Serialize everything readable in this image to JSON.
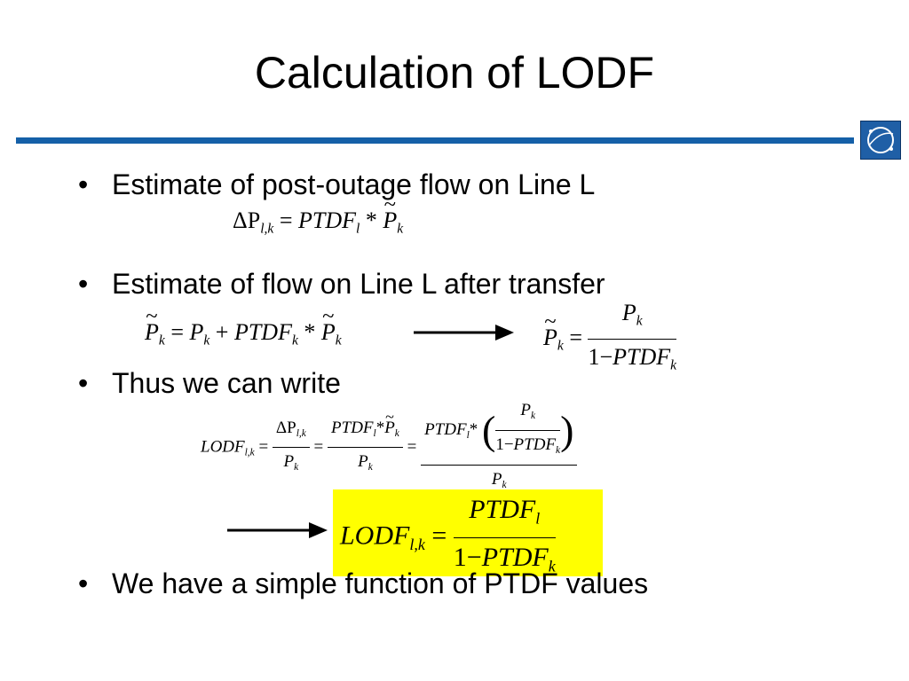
{
  "slide": {
    "title": "Calculation of LODF"
  },
  "bullets": [
    {
      "text": "Estimate of post-outage flow on Line L"
    },
    {
      "text": "Estimate of flow on Line L after transfer"
    },
    {
      "text": "Thus we can write"
    },
    {
      "text": "We have a simple function of PTDF values"
    }
  ],
  "bullet_glyph": "•",
  "equations": {
    "eq1": {
      "lhs": "ΔP",
      "lhs_sub": "l,k",
      "rel": "=",
      "ptdf": "PTDF",
      "ptdf_sub": "l",
      "times": "*",
      "ptilde": "P",
      "ptilde_sub": "k"
    },
    "eq2": {
      "ptilde": "P",
      "ptilde_sub": "k",
      "rel": "=",
      "p": "P",
      "p_sub": "k",
      "plus": "+",
      "ptdf": "PTDF",
      "ptdf_sub": "k",
      "times": "*",
      "ptilde2": "P",
      "ptilde2_sub": "k"
    },
    "eq3": {
      "ptilde": "P",
      "ptilde_sub": "k",
      "rel": "=",
      "num": "P",
      "num_sub": "k",
      "den_one": "1",
      "minus": "−",
      "den_ptdf": "PTDF",
      "den_sub": "k"
    },
    "eq4": {
      "lhs": "LODF",
      "lhs_sub": "l,k",
      "rel": "=",
      "f1_num": "ΔP",
      "f1_num_sub": "l,k",
      "f1_den": "P",
      "f1_den_sub": "k",
      "f2_num_ptdf": "PTDF",
      "f2_num_ptdf_sub": "l",
      "f2_times": "*",
      "f2_num_p": "P",
      "f2_num_p_sub": "k",
      "f2_den": "P",
      "f2_den_sub": "k",
      "f3_ptdf": "PTDF",
      "f3_ptdf_sub": "l",
      "f3_times": "*",
      "f3_in_num": "P",
      "f3_in_num_sub": "k",
      "f3_in_one": "1",
      "f3_in_minus": "−",
      "f3_in_ptdf": "PTDF",
      "f3_in_ptdf_sub": "k",
      "f3_den": "P",
      "f3_den_sub": "k"
    },
    "eq5": {
      "lhs": "LODF",
      "lhs_sub": "l,k",
      "rel": "=",
      "num": "PTDF",
      "num_sub": "l",
      "den_one": "1",
      "minus": "−",
      "den_ptdf": "PTDF",
      "den_sub": "k"
    }
  },
  "colors": {
    "rule": "#1560a8",
    "logo": "#1f5fa6",
    "highlight": "#ffff00"
  },
  "icons": {
    "logo": "globe-orbit-icon",
    "arrow": "right-arrow-icon"
  }
}
